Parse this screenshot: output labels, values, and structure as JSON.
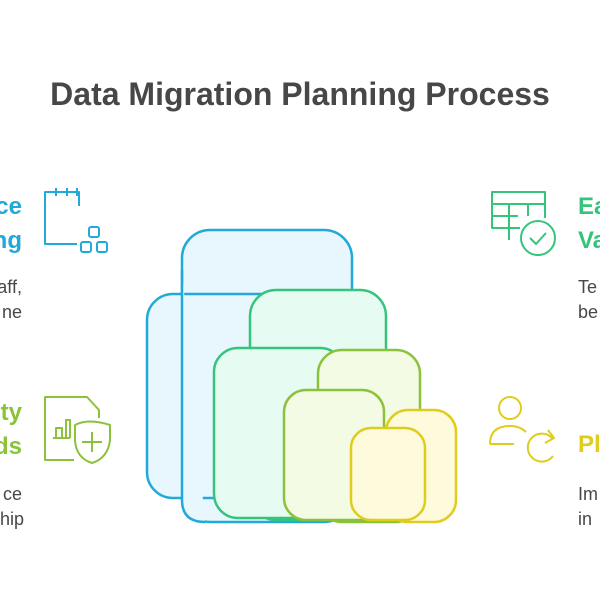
{
  "title": "Data Migration Planning Process",
  "colors": {
    "blue": "#23a9d9",
    "green": "#34c47c",
    "lime": "#8bc23a",
    "yellow": "#e0cc1c",
    "text": "#474747"
  },
  "items": [
    {
      "head1": "ce",
      "head2": "ng",
      "desc1": "aff,",
      "desc2": "ne",
      "icon": "calendar-grid-icon",
      "side": "left"
    },
    {
      "head1": "ty",
      "head2": "ds",
      "desc1": "ce",
      "desc2": "hip",
      "icon": "document-chart-shield-icon",
      "side": "left"
    },
    {
      "head1": "Ea",
      "head2": "Va",
      "desc1": "Te",
      "desc2": "be",
      "icon": "table-check-icon",
      "side": "right"
    },
    {
      "head1": "Pl",
      "desc1": "Im",
      "desc2": "in",
      "icon": "user-refresh-icon",
      "side": "right"
    }
  ]
}
